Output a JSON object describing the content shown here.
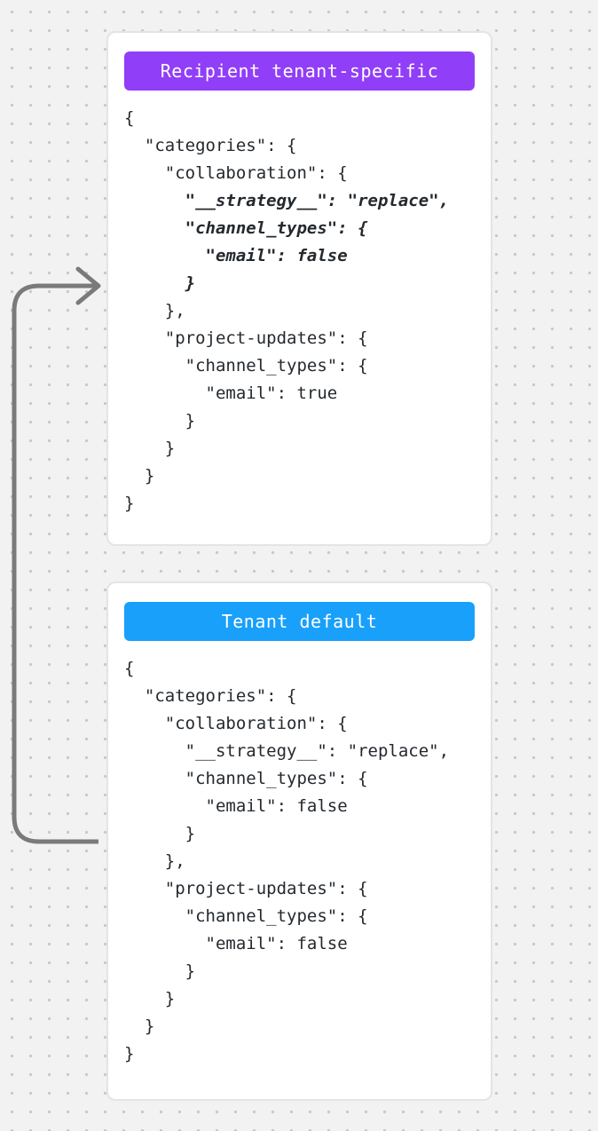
{
  "canvas": {
    "bg_color": "#f2f2f3",
    "dot_color": "#c8c8ca"
  },
  "arrow": {
    "color": "#7a7a7a",
    "direction": "from-tenant-default-to-recipient-tenant-specific"
  },
  "cards": [
    {
      "badge": {
        "label": "Recipient tenant-specific",
        "color": "#913ef8",
        "text_color": "#ffffff"
      },
      "code_lines": [
        {
          "text": "{",
          "emphasis": false
        },
        {
          "text": "  \"categories\": {",
          "emphasis": false
        },
        {
          "text": "    \"collaboration\": {",
          "emphasis": false
        },
        {
          "text": "      \"__strategy__\": \"replace\",",
          "emphasis": true
        },
        {
          "text": "      \"channel_types\": {",
          "emphasis": true
        },
        {
          "text": "        \"email\": false",
          "emphasis": true
        },
        {
          "text": "      }",
          "emphasis": true
        },
        {
          "text": "    },",
          "emphasis": false
        },
        {
          "text": "    \"project-updates\": {",
          "emphasis": false
        },
        {
          "text": "      \"channel_types\": {",
          "emphasis": false
        },
        {
          "text": "        \"email\": true",
          "emphasis": false
        },
        {
          "text": "      }",
          "emphasis": false
        },
        {
          "text": "    }",
          "emphasis": false
        },
        {
          "text": "  }",
          "emphasis": false
        },
        {
          "text": "}",
          "emphasis": false
        }
      ]
    },
    {
      "badge": {
        "label": "Tenant default",
        "color": "#18a0fb",
        "text_color": "#ffffff"
      },
      "code_lines": [
        {
          "text": "{",
          "emphasis": false
        },
        {
          "text": "  \"categories\": {",
          "emphasis": false
        },
        {
          "text": "    \"collaboration\": {",
          "emphasis": false
        },
        {
          "text": "      \"__strategy__\": \"replace\",",
          "emphasis": false
        },
        {
          "text": "      \"channel_types\": {",
          "emphasis": false
        },
        {
          "text": "        \"email\": false",
          "emphasis": false
        },
        {
          "text": "      }",
          "emphasis": false
        },
        {
          "text": "    },",
          "emphasis": false
        },
        {
          "text": "    \"project-updates\": {",
          "emphasis": false
        },
        {
          "text": "      \"channel_types\": {",
          "emphasis": false
        },
        {
          "text": "        \"email\": false",
          "emphasis": false
        },
        {
          "text": "      }",
          "emphasis": false
        },
        {
          "text": "    }",
          "emphasis": false
        },
        {
          "text": "  }",
          "emphasis": false
        },
        {
          "text": "}",
          "emphasis": false
        }
      ]
    }
  ]
}
